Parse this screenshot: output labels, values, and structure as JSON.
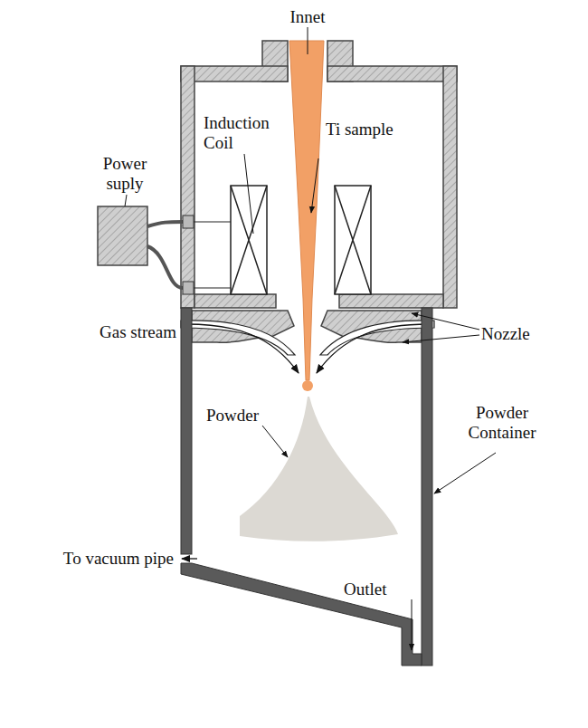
{
  "diagram": {
    "labels": [
      "Innet",
      "Induction Coil",
      "Ti sample",
      "Power suply",
      "Gas stream",
      "Nozzle",
      "Powder",
      "Powder Container",
      "To vacuum pipe",
      "Outlet"
    ]
  }
}
